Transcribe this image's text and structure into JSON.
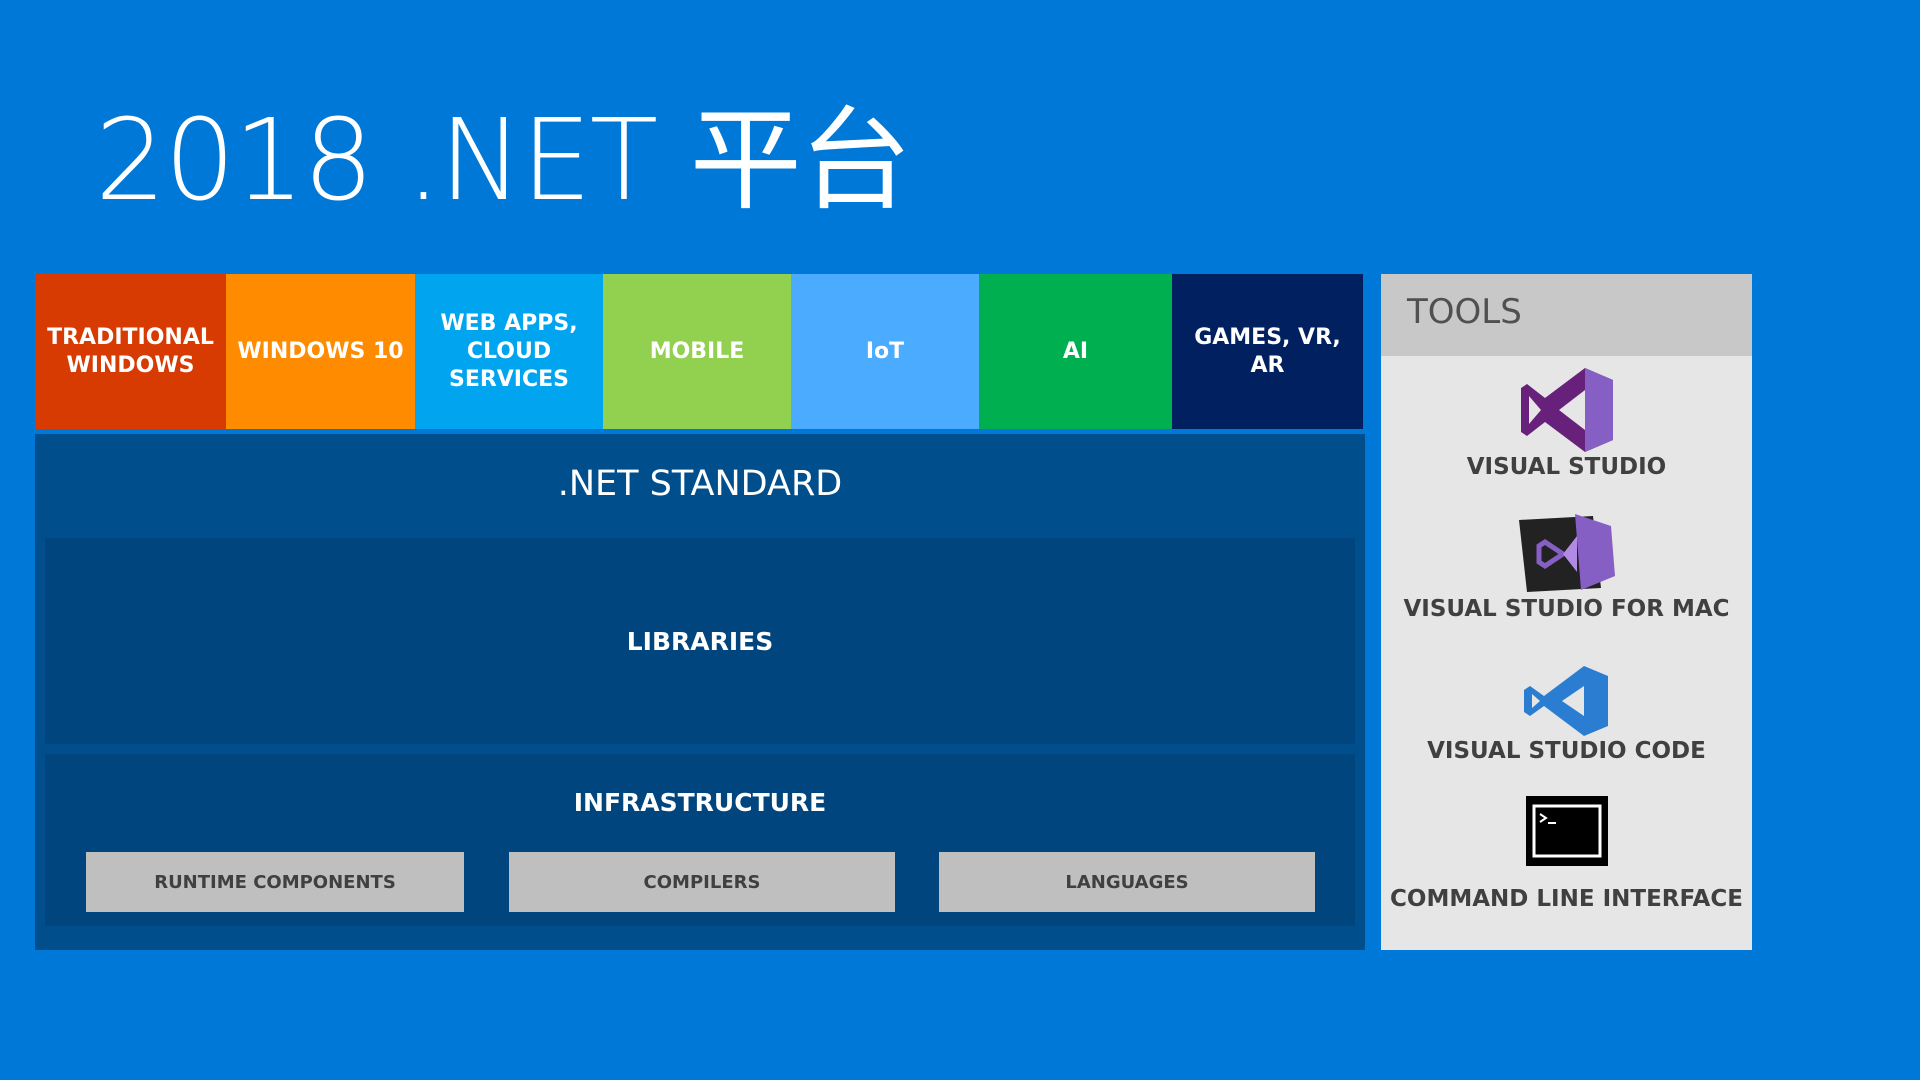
{
  "title": "2018 .NET 平台",
  "workloads": [
    {
      "label": "TRADITIONAL WINDOWS",
      "color": "#d83b01"
    },
    {
      "label": "WINDOWS 10",
      "color": "#ff8c00"
    },
    {
      "label": "WEB APPS, CLOUD SERVICES",
      "color": "#00a4ef"
    },
    {
      "label": "MOBILE",
      "color": "#92d050"
    },
    {
      "label": "IoT",
      "color": "#4aabff"
    },
    {
      "label": "AI",
      "color": "#00b050"
    },
    {
      "label": "GAMES, VR, AR",
      "color": "#002060"
    }
  ],
  "net_standard": {
    "label": ".NET STANDARD",
    "libraries": "LIBRARIES",
    "infrastructure": {
      "label": "INFRASTRUCTURE",
      "items": [
        "RUNTIME COMPONENTS",
        "COMPILERS",
        "LANGUAGES"
      ]
    }
  },
  "tools": {
    "header": "TOOLS",
    "items": [
      {
        "label": "VISUAL STUDIO",
        "icon": "visual-studio-icon"
      },
      {
        "label": "VISUAL STUDIO FOR MAC",
        "icon": "visual-studio-mac-icon"
      },
      {
        "label": "VISUAL STUDIO CODE",
        "icon": "vscode-icon"
      },
      {
        "label": "COMMAND LINE INTERFACE",
        "icon": "terminal-icon"
      }
    ]
  }
}
